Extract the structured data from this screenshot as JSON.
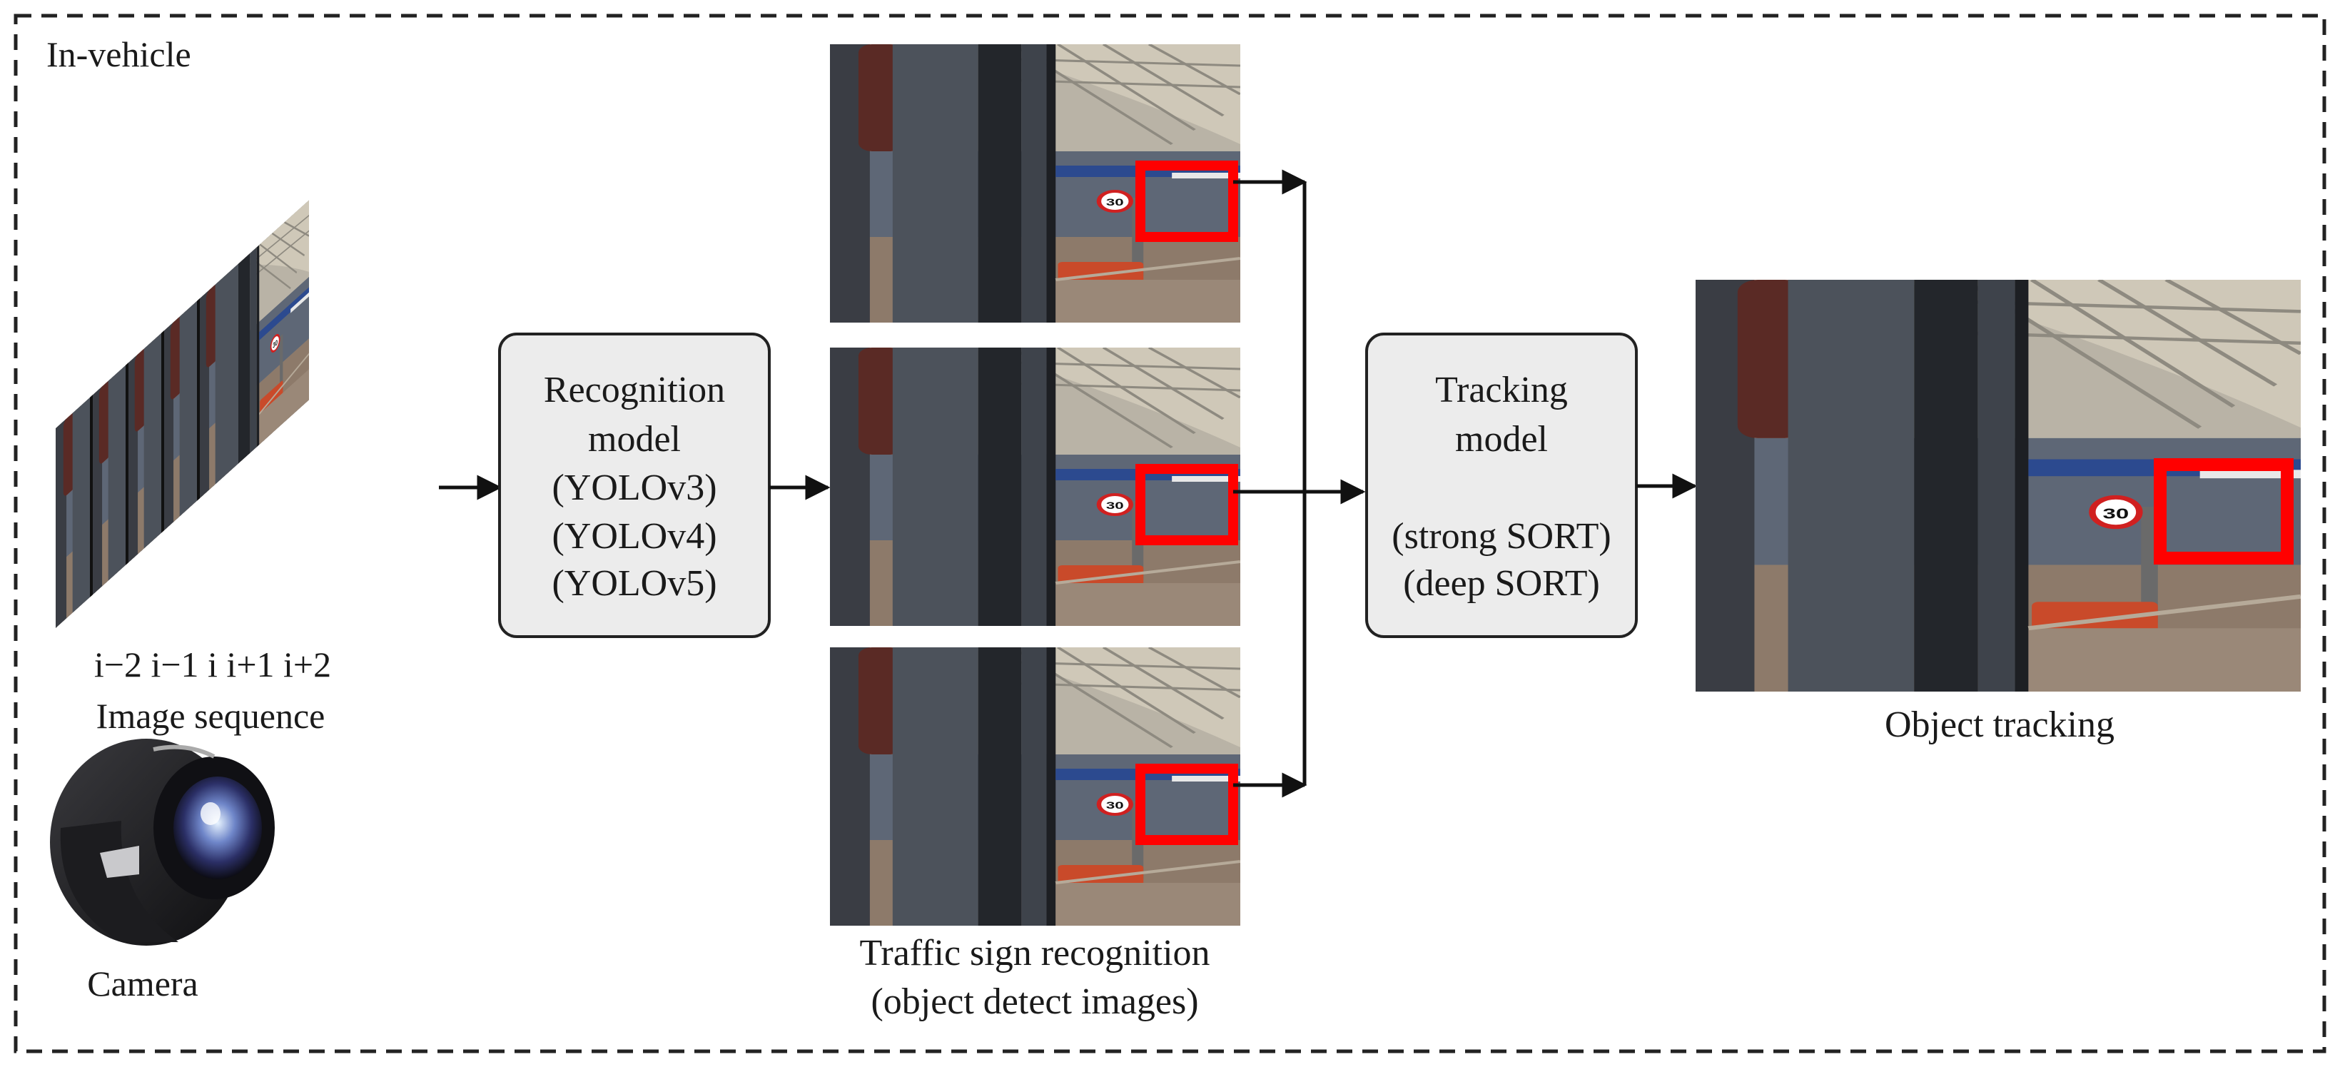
{
  "container": {
    "label": "In-vehicle"
  },
  "input": {
    "frame_labels": "i−2 i−1 i i+1 i+2",
    "caption": "Image sequence",
    "camera_caption": "Camera"
  },
  "recognition_model": {
    "lines": [
      "Recognition",
      "model",
      "(YOLOv3)",
      "(YOLOv4)",
      "(YOLOv5)"
    ]
  },
  "detections": {
    "caption_lines": [
      "Traffic sign recognition",
      "(object detect images)"
    ],
    "sign_text": "30"
  },
  "tracking_model": {
    "lines": [
      "Tracking",
      "model",
      "",
      "(strong SORT)",
      "(deep SORT)"
    ]
  },
  "output": {
    "caption": "Object tracking",
    "sign_text": "30"
  },
  "colors": {
    "box_fill": "#ececec",
    "box_stroke": "#222222",
    "highlight": "#ff0000",
    "dashed_border": "#222222"
  }
}
